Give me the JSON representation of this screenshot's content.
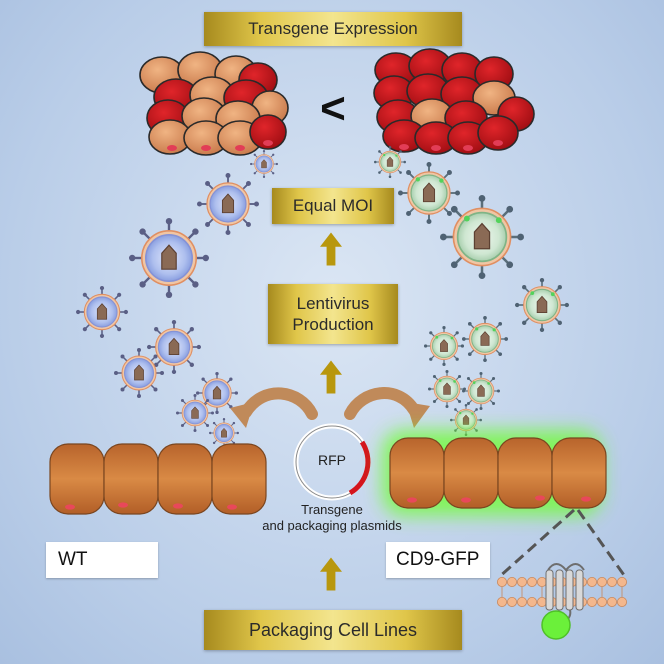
{
  "boxes": {
    "transgene_expression": "Transgene Expression",
    "equal_moi": "Equal MOI",
    "lentivirus_line1": "Lentivirus",
    "lentivirus_line2": "Production",
    "packaging_cell_lines": "Packaging Cell Lines"
  },
  "comparison_symbol": "<",
  "plasmid": {
    "label": "RFP",
    "caption_line1": "Transgene",
    "caption_line2": "and packaging plasmids"
  },
  "cell_lines": {
    "wt": "WT",
    "cd9": "CD9-GFP"
  },
  "colors": {
    "gold": "#e0c64a",
    "cell_tan": "#d98b5a",
    "cell_red": "#c0151c",
    "virus_blue": "#9db1ea",
    "virus_green": "#c4e3c6",
    "gfp_green": "#7dff3f",
    "arrow_gold": "#b8970d",
    "arrow_brown": "#c08a5a"
  }
}
